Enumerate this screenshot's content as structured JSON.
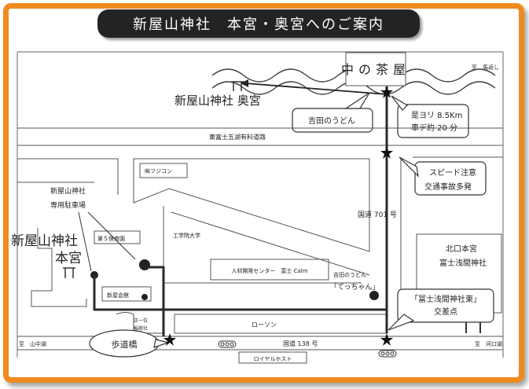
{
  "title": "新屋山神社　本宮・奥宮へのご案内",
  "labels": {
    "naka_no_chaya": "中の茶屋",
    "shitaru_umagaeshi": "至　馬返し",
    "okumiya": "新屋山神社 奥宮",
    "yoshida_udon_top": "吉田のうどん",
    "kore_yori": "是ヨリ 8.5Km",
    "kuruma": "車デ約 20 分",
    "higashi_fuji_road": "東富士五湖有料道路",
    "fujikon": "㈱フジコン",
    "speed_chui": "スピード注意",
    "koutsu_jiko": "交通事故多発",
    "parking_line1": "新屋山神社",
    "parking_line2": "専用駐車場",
    "kokudo_701": "国道 701 号",
    "hongu_name": "新屋山神社",
    "hongu_sub": "本宮",
    "dai5_hoikuen": "第５保育園",
    "kogakuin": "工学院大学",
    "jinzai_center": "人材開発センター　富士 Calm",
    "yoshida_udon_mid": "吉田のうどん",
    "tetchan": "「てっちゃん」",
    "kitaguchi_line1": "北口本宮",
    "kitaguchi_line2": "富士浅間神社",
    "araya_kaikan": "新屋会館",
    "seiryu_line1": "正一位",
    "seiryu_line2": "稲荷社",
    "lawson": "ローソン",
    "sengen_kosaten_line1": "「冨士浅間神社東」",
    "sengen_kosaten_line2": "交差点",
    "shitaru_yamanakako": "至　山中湖",
    "hodokyo": "歩道橋",
    "kokudo_138": "国道 138 号",
    "shitaru_kawaguchiko": "至　河口湖",
    "royal_host": "ロイヤルホスト"
  },
  "colors": {
    "frame": "#f08a1e",
    "title_bg": "#232323",
    "route": "#2a2a2a"
  }
}
